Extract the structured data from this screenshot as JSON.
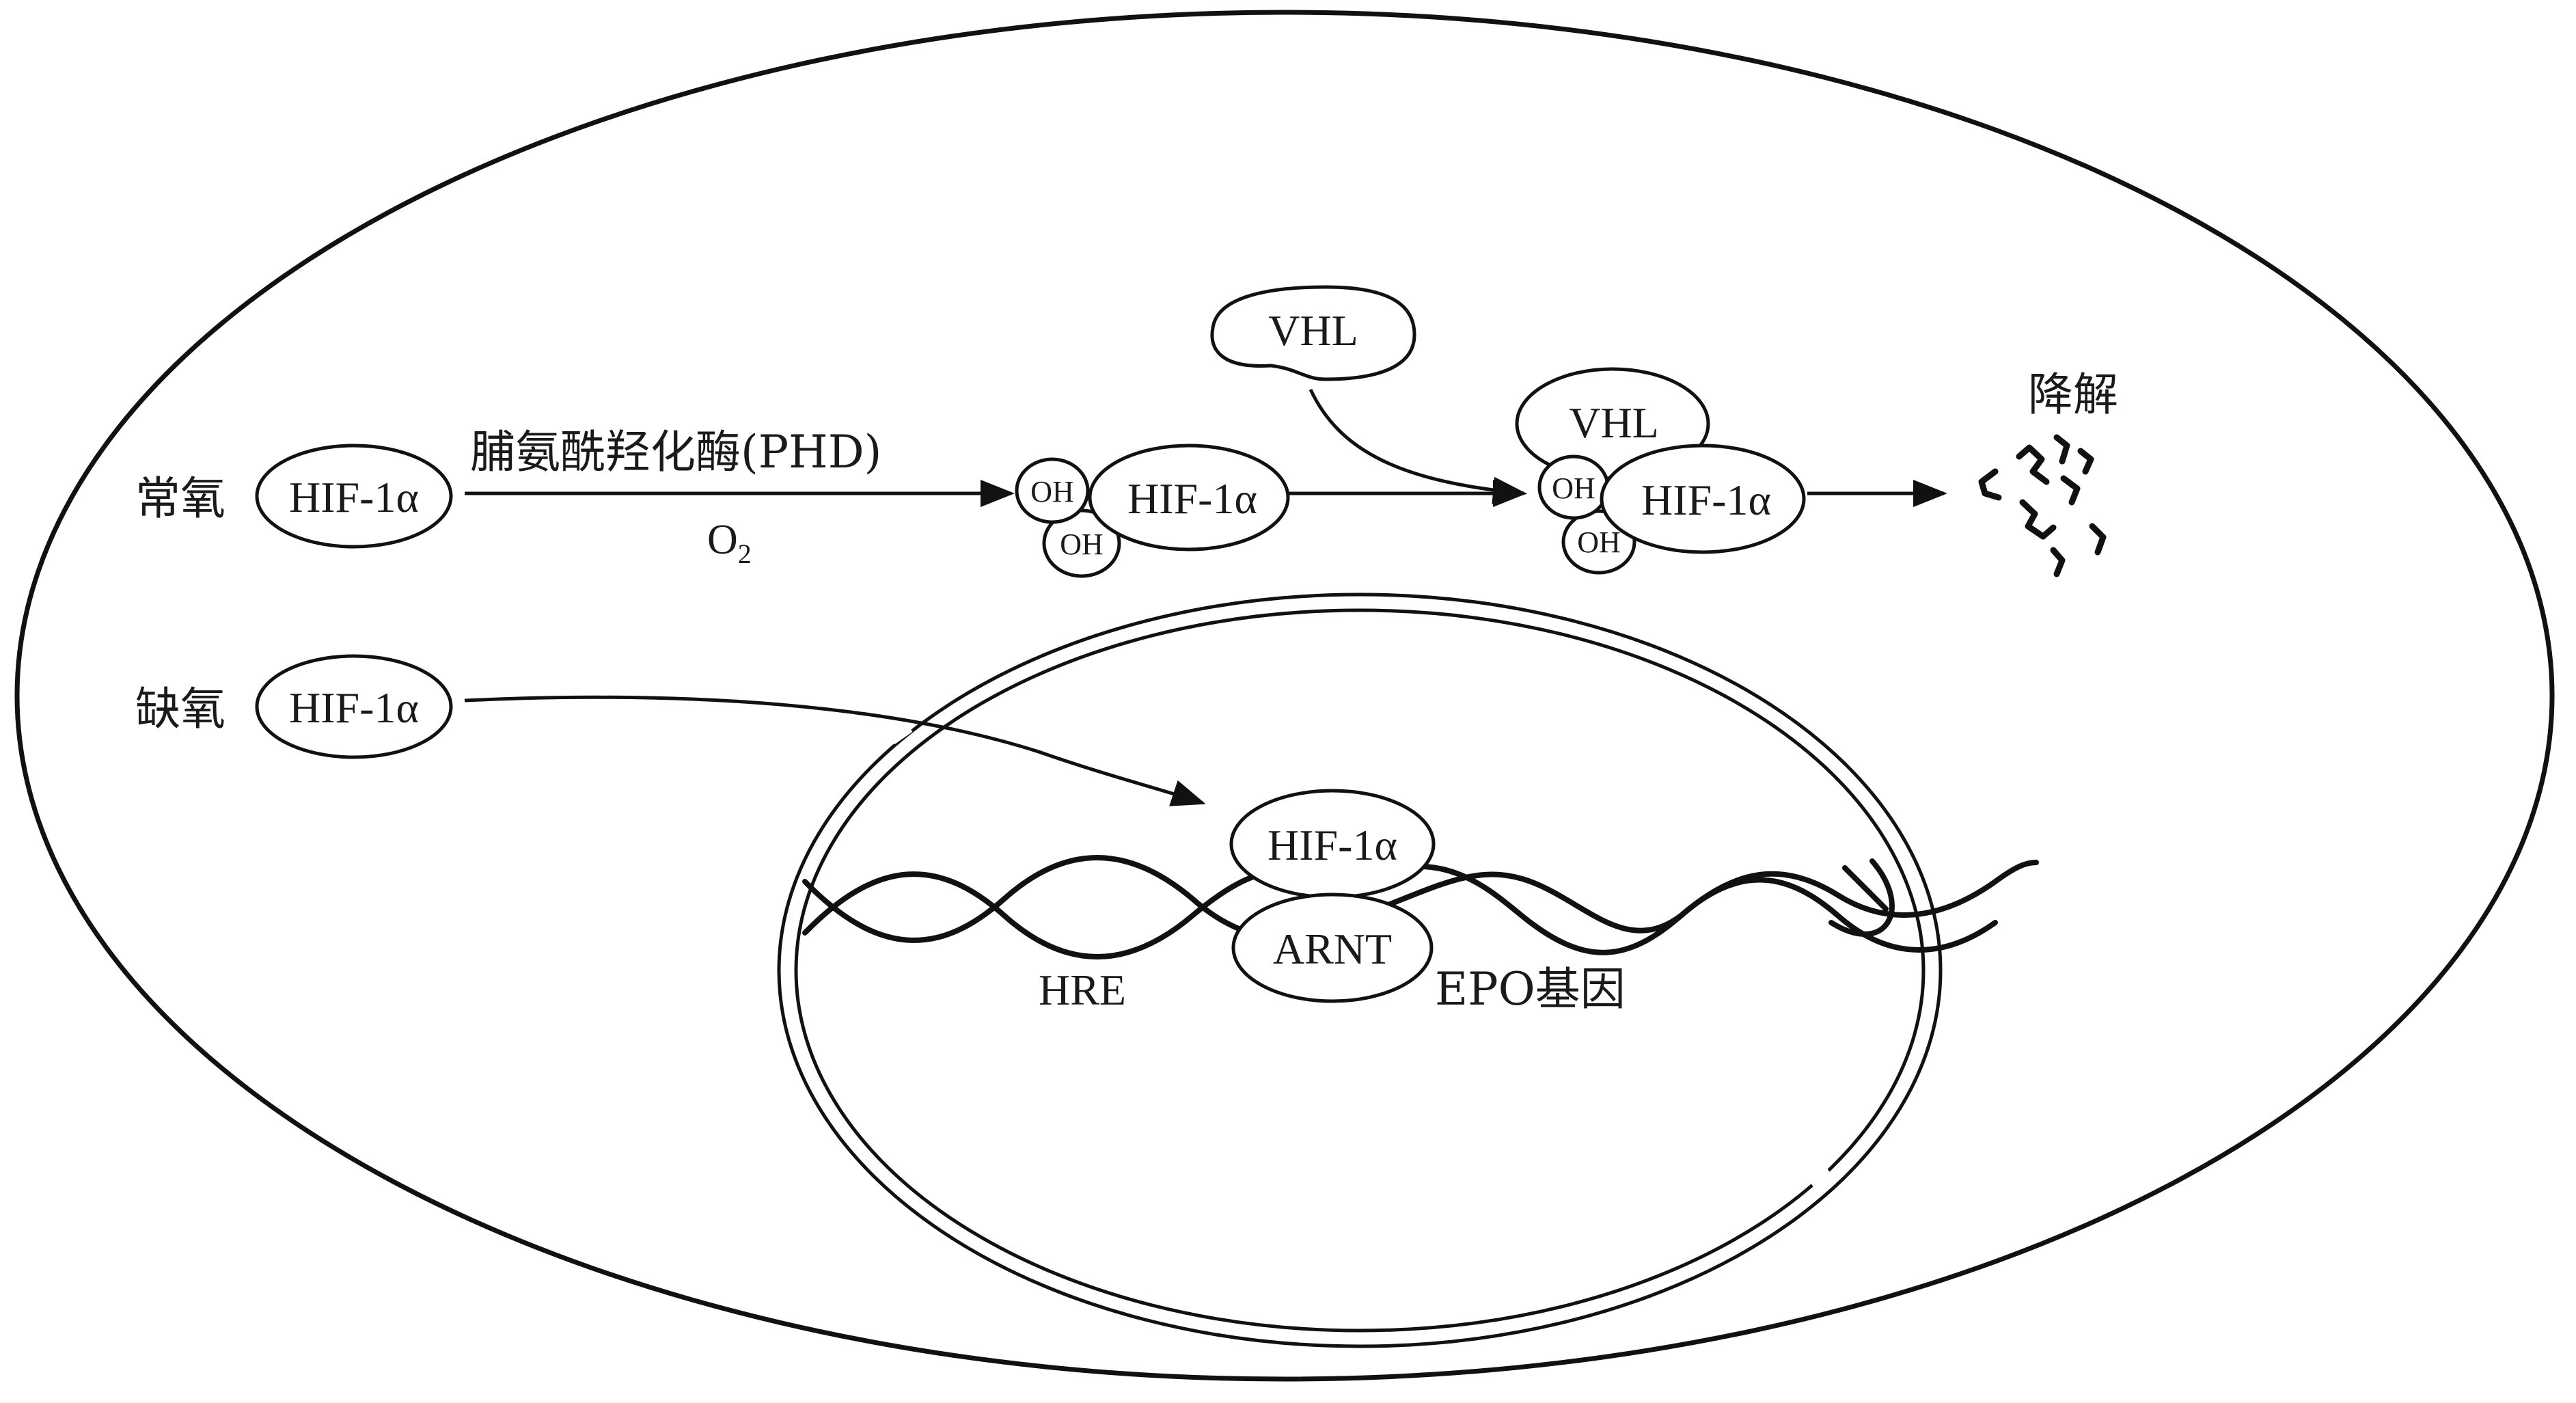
{
  "conditions": {
    "normoxia": "常氧",
    "hypoxia": "缺氧"
  },
  "enzyme": {
    "name": "脯氨酰羟化酶(PHD)",
    "cofactor_main": "O",
    "cofactor_sub": "2"
  },
  "proteins": {
    "hif": "HIF-1α",
    "vhl": "VHL",
    "arnt": "ARNT",
    "hydroxyl": "OH"
  },
  "outcome": {
    "degradation": "降解"
  },
  "dna": {
    "hre": "HRE",
    "gene": "EPO基因"
  },
  "colors": {
    "stroke": "#111111",
    "background": "#ffffff"
  }
}
